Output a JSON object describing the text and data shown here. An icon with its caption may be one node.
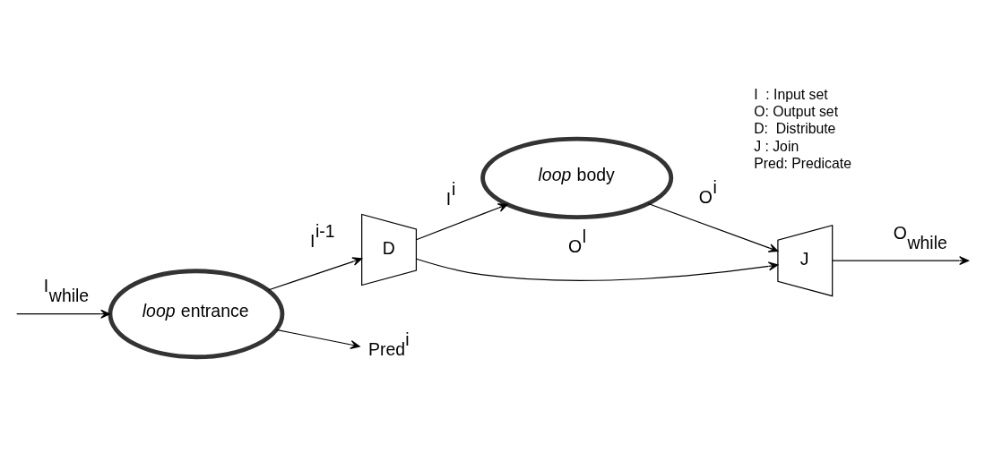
{
  "diagram": {
    "nodes": [
      {
        "text": [
          "*loop* entrance"
        ]
      },
      {
        "text": [
          "D"
        ]
      },
      {
        "text": [
          "*loop* body"
        ]
      },
      {
        "text": [
          "J"
        ]
      },
      {
        "text": [
          "Pred$^{i}$"
        ]
      }
    ],
    "edges": [
      {
        "from": null,
        "to": 0,
        "arrow": "to",
        "label": "I$_{while}$"
      },
      {
        "from": 0,
        "to": 1,
        "arrow": "to",
        "label": "I$^{i-1}$"
      },
      {
        "from": 0,
        "to": 4,
        "arrow": "to"
      },
      {
        "from": 1,
        "to": 2,
        "arrow": "to",
        "label": "I$^{i}$"
      },
      {
        "from": 2,
        "to": 3,
        "arrow": "to",
        "label": "O$^{i}$"
      },
      {
        "from": 1,
        "to": 3,
        "arrow": "to",
        "label": "O$^{l}$"
      },
      {
        "from": 3,
        "to": null,
        "arrow": "to",
        "label": "O$_{while}$"
      }
    ],
    "labels": [
      "I  : Input set",
      "O: Output set",
      "D:  Distribute",
      "J : Join",
      "Pred: Predicate"
    ]
  }
}
